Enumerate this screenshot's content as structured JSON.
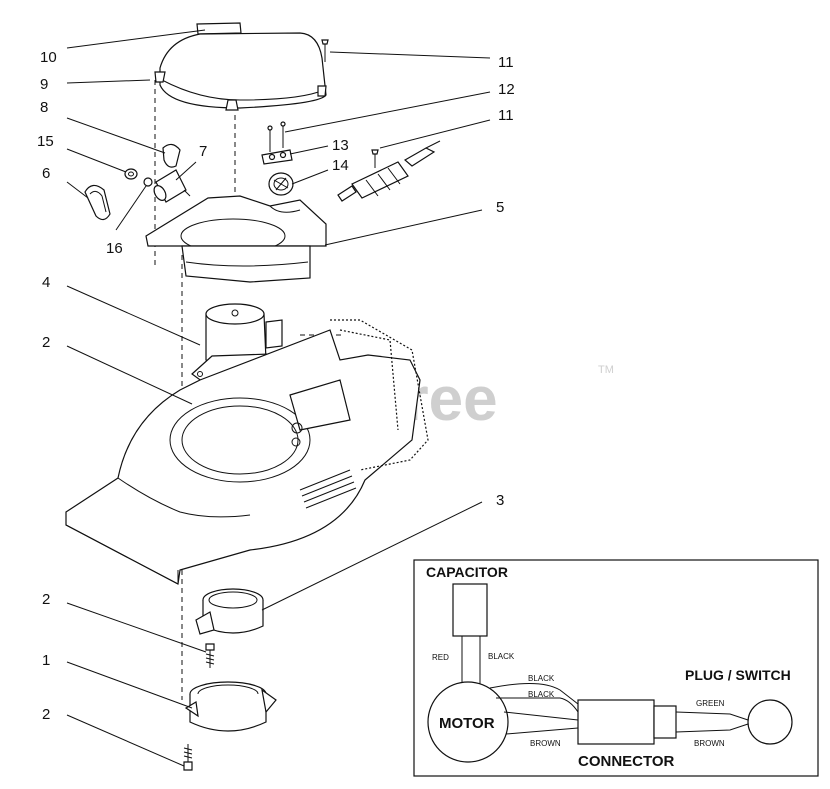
{
  "callouts": [
    "10",
    "9",
    "8",
    "15",
    "7",
    "6",
    "16",
    "11",
    "12",
    "13",
    "14",
    "11",
    "5",
    "4",
    "2",
    "3",
    "2",
    "1",
    "2"
  ],
  "watermark": "PartsTree",
  "watermark_tm": "TM",
  "wiring": {
    "capacitor": "CAPACITOR",
    "motor": "MOTOR",
    "plug_switch": "PLUG / SWITCH",
    "connector": "CONNECTOR",
    "wires": [
      "RED",
      "BLACK",
      "BLACK",
      "BLACK",
      "BROWN",
      "GREEN",
      "BROWN"
    ]
  }
}
